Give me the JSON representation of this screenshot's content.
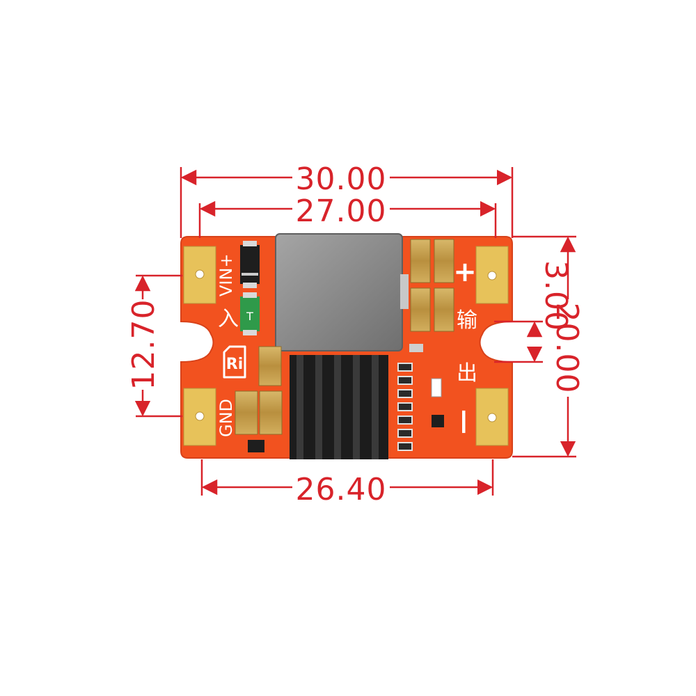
{
  "dimensions": {
    "overall_width": "30.00",
    "hole_spacing_width": "27.00",
    "bottom_width": "26.40",
    "pad_spacing_height": "12.70",
    "slot_height": "3.00",
    "overall_height": "20.00"
  },
  "silkscreen": {
    "vin_label": "VIN+",
    "input_char": "入",
    "gnd_label": "GND",
    "output_char_1": "输",
    "output_char_2": "出",
    "plus_sign": "+",
    "minus_sign": "—",
    "fuse_label": "T",
    "logo_text": "Ri"
  },
  "colors": {
    "pcb": "#f2521f",
    "pad": "#e7c25a",
    "dimension": "#d8232a",
    "inductor": "#8a8a8a",
    "heatsink": "#1c1c1c",
    "capacitor": "#c9a55a"
  }
}
